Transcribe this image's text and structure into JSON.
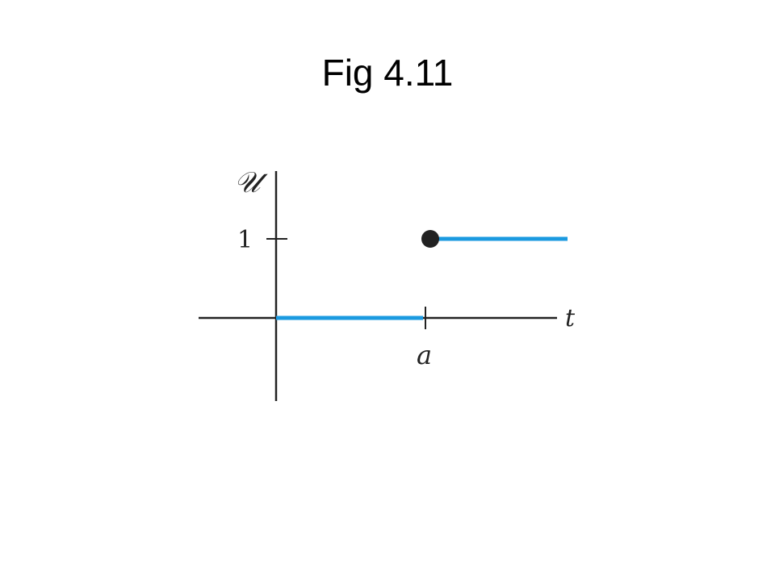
{
  "slide": {
    "title": "Fig 4.11"
  },
  "figure": {
    "y_axis_label": "𝒰",
    "x_axis_label": "t",
    "y_tick_label": "1",
    "x_tick_label": "a",
    "line_color": "#1b9ae0",
    "axis_color": "#222222",
    "dot_color": "#222222"
  }
}
